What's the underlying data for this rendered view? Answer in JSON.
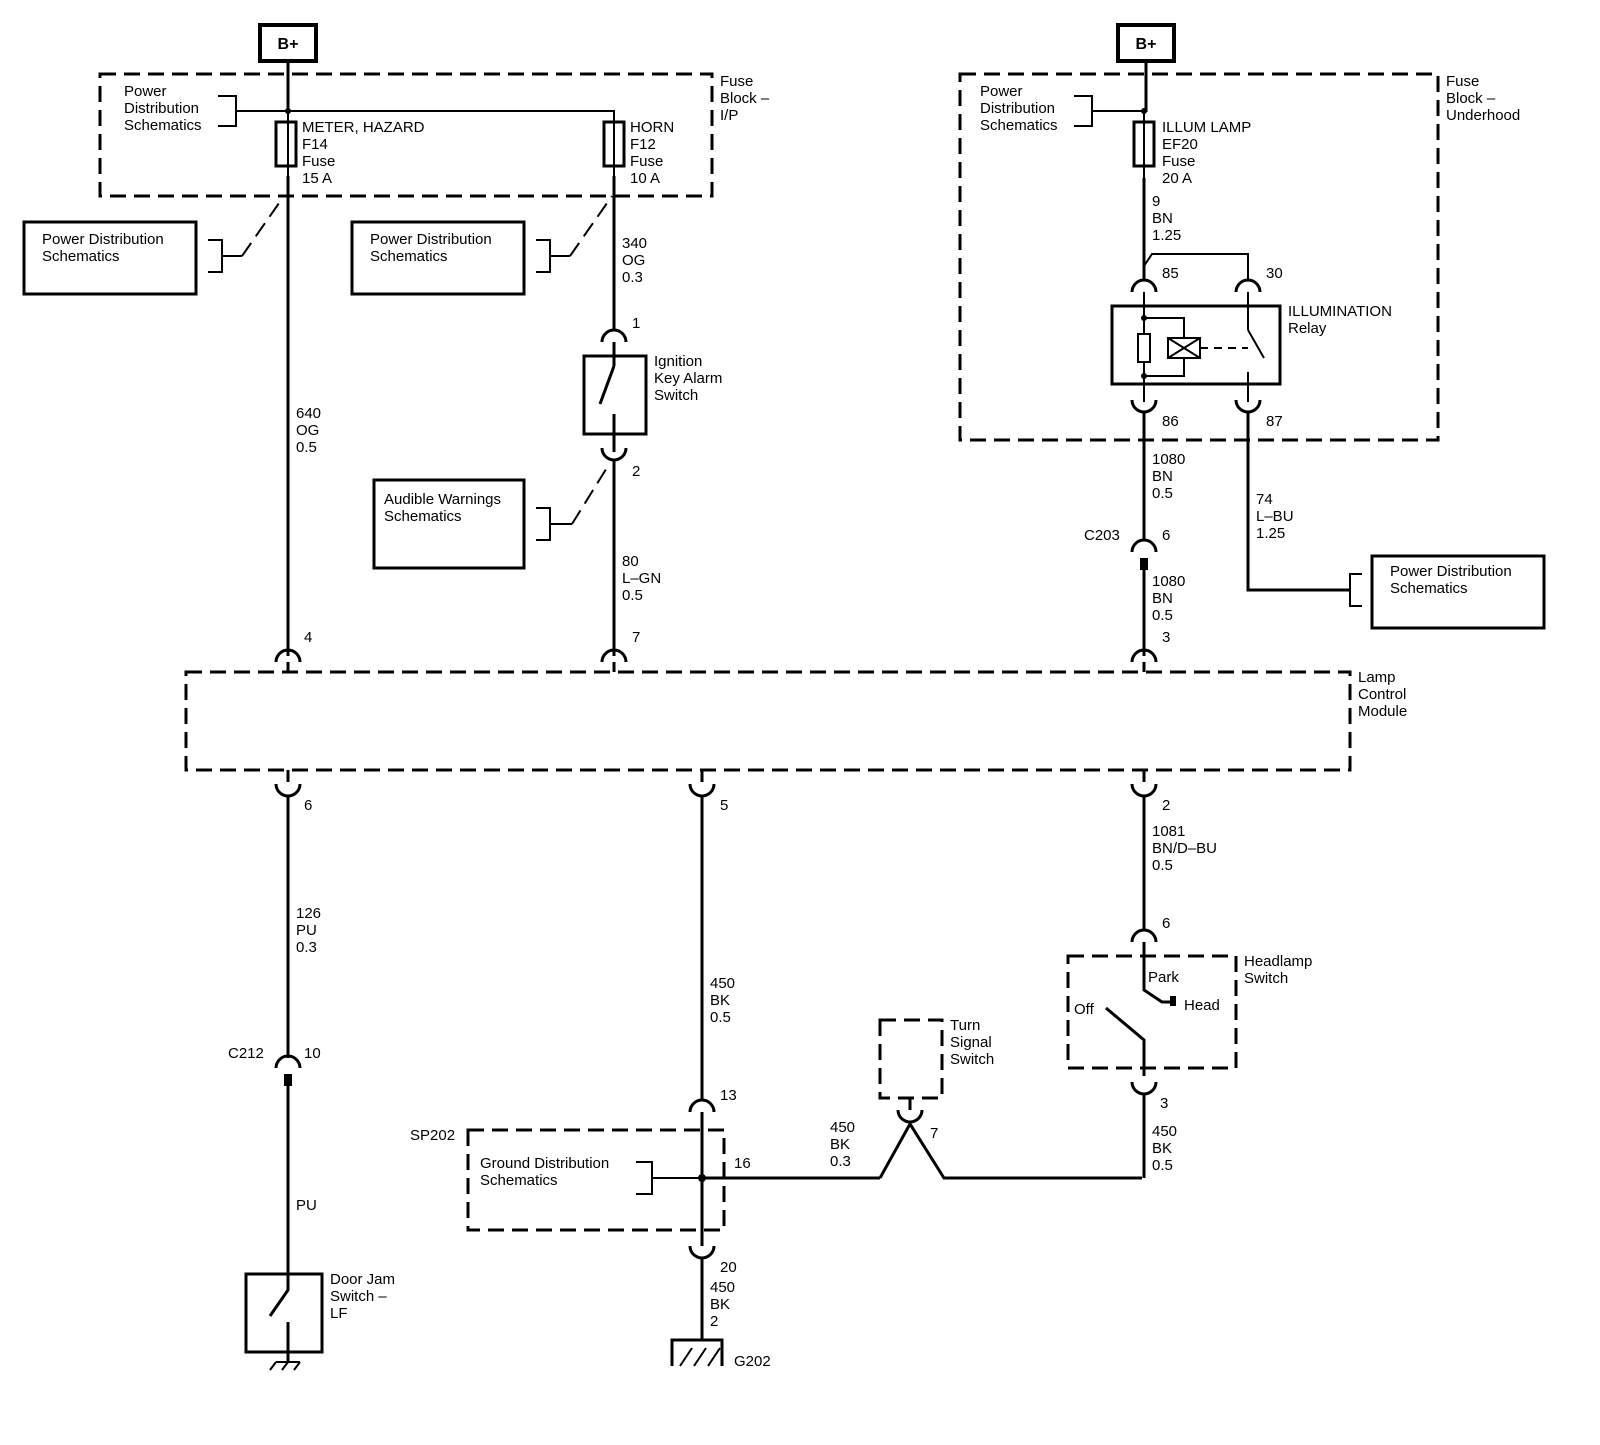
{
  "supply": {
    "b_plus_left": "B+",
    "b_plus_right": "B+"
  },
  "fuse_block_ip": {
    "label": [
      "Fuse",
      "Block –",
      "I/P"
    ],
    "pd_ref": [
      "Power",
      "Distribution",
      "Schematics"
    ],
    "fuse_meter": [
      "METER, HAZARD",
      "F14",
      "Fuse",
      "15 A"
    ],
    "fuse_horn": [
      "HORN",
      "F12",
      "Fuse",
      "10 A"
    ]
  },
  "fuse_block_underhood": {
    "label": [
      "Fuse",
      "Block –",
      "Underhood"
    ],
    "pd_ref": [
      "Power",
      "Distribution",
      "Schematics"
    ],
    "fuse_illum": [
      "ILLUM LAMP",
      "EF20",
      "Fuse",
      "20 A"
    ]
  },
  "ref_boxes": {
    "pd_left": [
      "Power Distribution",
      "Schematics"
    ],
    "pd_mid": [
      "Power Distribution",
      "Schematics"
    ],
    "audible": [
      "Audible Warnings",
      "Schematics"
    ],
    "pd_right": [
      "Power Distribution",
      "Schematics"
    ],
    "ground": [
      "Ground Distribution",
      "Schematics"
    ]
  },
  "wires": {
    "w640": [
      "640",
      "OG",
      "0.5"
    ],
    "w340": [
      "340",
      "OG",
      "0.3"
    ],
    "w80": [
      "80",
      "L–GN",
      "0.5"
    ],
    "w9": [
      "9",
      "BN",
      "1.25"
    ],
    "w1080a": [
      "1080",
      "BN",
      "0.5"
    ],
    "w1080b": [
      "1080",
      "BN",
      "0.5"
    ],
    "w74": [
      "74",
      "L–BU",
      "1.25"
    ],
    "w126": [
      "126",
      "PU",
      "0.3"
    ],
    "wpu": "PU",
    "w450a": [
      "450",
      "BK",
      "0.5"
    ],
    "w450b": [
      "450",
      "BK",
      "0.3"
    ],
    "w450c": [
      "450",
      "BK",
      "0.5"
    ],
    "w450d": [
      "450",
      "BK",
      "2"
    ],
    "w1081": [
      "1081",
      "BN/D–BU",
      "0.5"
    ]
  },
  "components": {
    "ignition_switch": [
      "Ignition",
      "Key Alarm",
      "Switch"
    ],
    "relay": [
      "ILLUMINATION",
      "Relay"
    ],
    "lamp_module": [
      "Lamp",
      "Control",
      "Module"
    ],
    "turn_signal": [
      "Turn",
      "Signal",
      "Switch"
    ],
    "headlamp": [
      "Headlamp",
      "Switch"
    ],
    "headlamp_positions": {
      "park": "Park",
      "head": "Head",
      "off": "Off"
    },
    "door_jam": [
      "Door Jam",
      "Switch –",
      "LF"
    ]
  },
  "connectors": {
    "c203": "C203",
    "c212": "C212",
    "sp202": "SP202",
    "g202": "G202"
  },
  "pins": {
    "ign_1": "1",
    "ign_2": "2",
    "relay_85": "85",
    "relay_30": "30",
    "relay_86": "86",
    "relay_87": "87",
    "c203_6": "6",
    "lcm_4": "4",
    "lcm_7": "7",
    "lcm_3": "3",
    "lcm_6": "6",
    "lcm_5": "5",
    "lcm_2": "2",
    "c212_10": "10",
    "hl_6": "6",
    "hl_3": "3",
    "sp_13": "13",
    "sp_16": "16",
    "sp_20": "20",
    "ts_7": "7"
  }
}
